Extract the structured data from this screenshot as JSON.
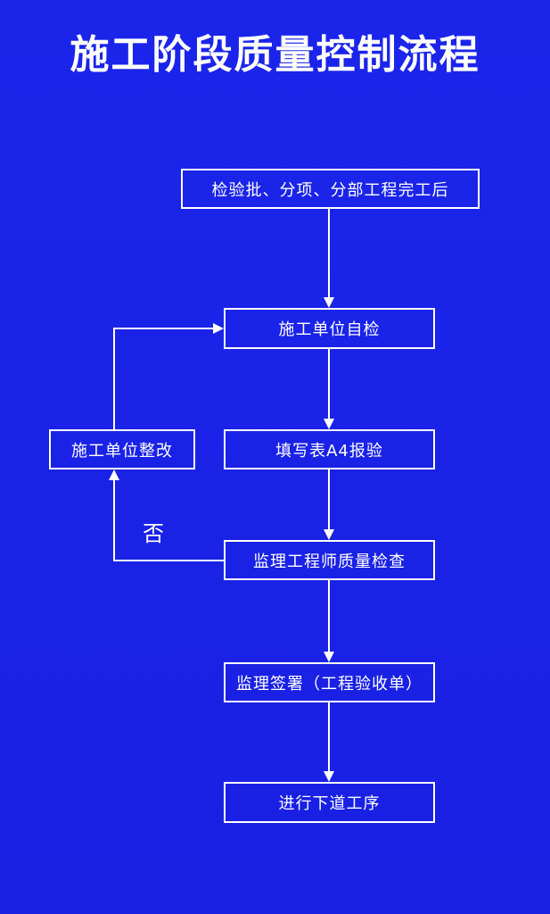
{
  "title": "施工阶段质量控制流程",
  "colors": {
    "background": "#1a23e8",
    "foreground": "#ffffff"
  },
  "steps": {
    "start": "检验批、分项、分部工程完工后",
    "self_check": "施工单位自检",
    "report": "填写表A4报验",
    "inspection": "监理工程师质量检查",
    "sign": "监理签署（工程验收单）",
    "next": "进行下道工序",
    "rectify": "施工单位整改"
  },
  "decision_labels": {
    "no": "否"
  }
}
